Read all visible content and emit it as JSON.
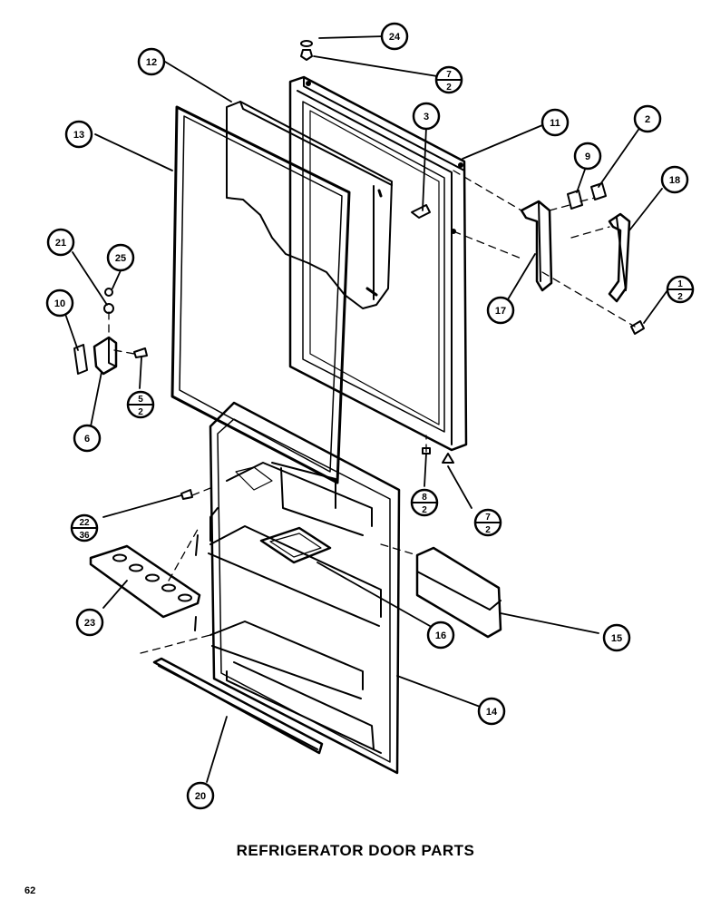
{
  "title": "REFRIGERATOR DOOR PARTS",
  "page_number": "62",
  "callouts": [
    {
      "id": "c24",
      "label": "24"
    },
    {
      "id": "c12",
      "label": "12"
    },
    {
      "id": "c13",
      "label": "13"
    },
    {
      "id": "c3",
      "label": "3"
    },
    {
      "id": "c11",
      "label": "11"
    },
    {
      "id": "c2",
      "label": "2"
    },
    {
      "id": "c9",
      "label": "9"
    },
    {
      "id": "c18a",
      "label": "18"
    },
    {
      "id": "c21",
      "label": "21"
    },
    {
      "id": "c25",
      "label": "25"
    },
    {
      "id": "c10",
      "label": "10"
    },
    {
      "id": "c17",
      "label": "17"
    },
    {
      "id": "c6",
      "label": "6"
    },
    {
      "id": "c23",
      "label": "23"
    },
    {
      "id": "c16",
      "label": "16"
    },
    {
      "id": "c15",
      "label": "15"
    },
    {
      "id": "c14",
      "label": "14"
    },
    {
      "id": "c20",
      "label": "20"
    }
  ],
  "fraction_callouts": [
    {
      "id": "f7_2a",
      "top": "7",
      "bottom": "2"
    },
    {
      "id": "f1_2",
      "top": "1",
      "bottom": "2"
    },
    {
      "id": "f5_2",
      "top": "5",
      "bottom": "2"
    },
    {
      "id": "f8_2",
      "top": "8",
      "bottom": "2"
    },
    {
      "id": "f7_2b",
      "top": "7",
      "bottom": "2"
    },
    {
      "id": "f22_36",
      "top": "22",
      "bottom": "36"
    }
  ]
}
